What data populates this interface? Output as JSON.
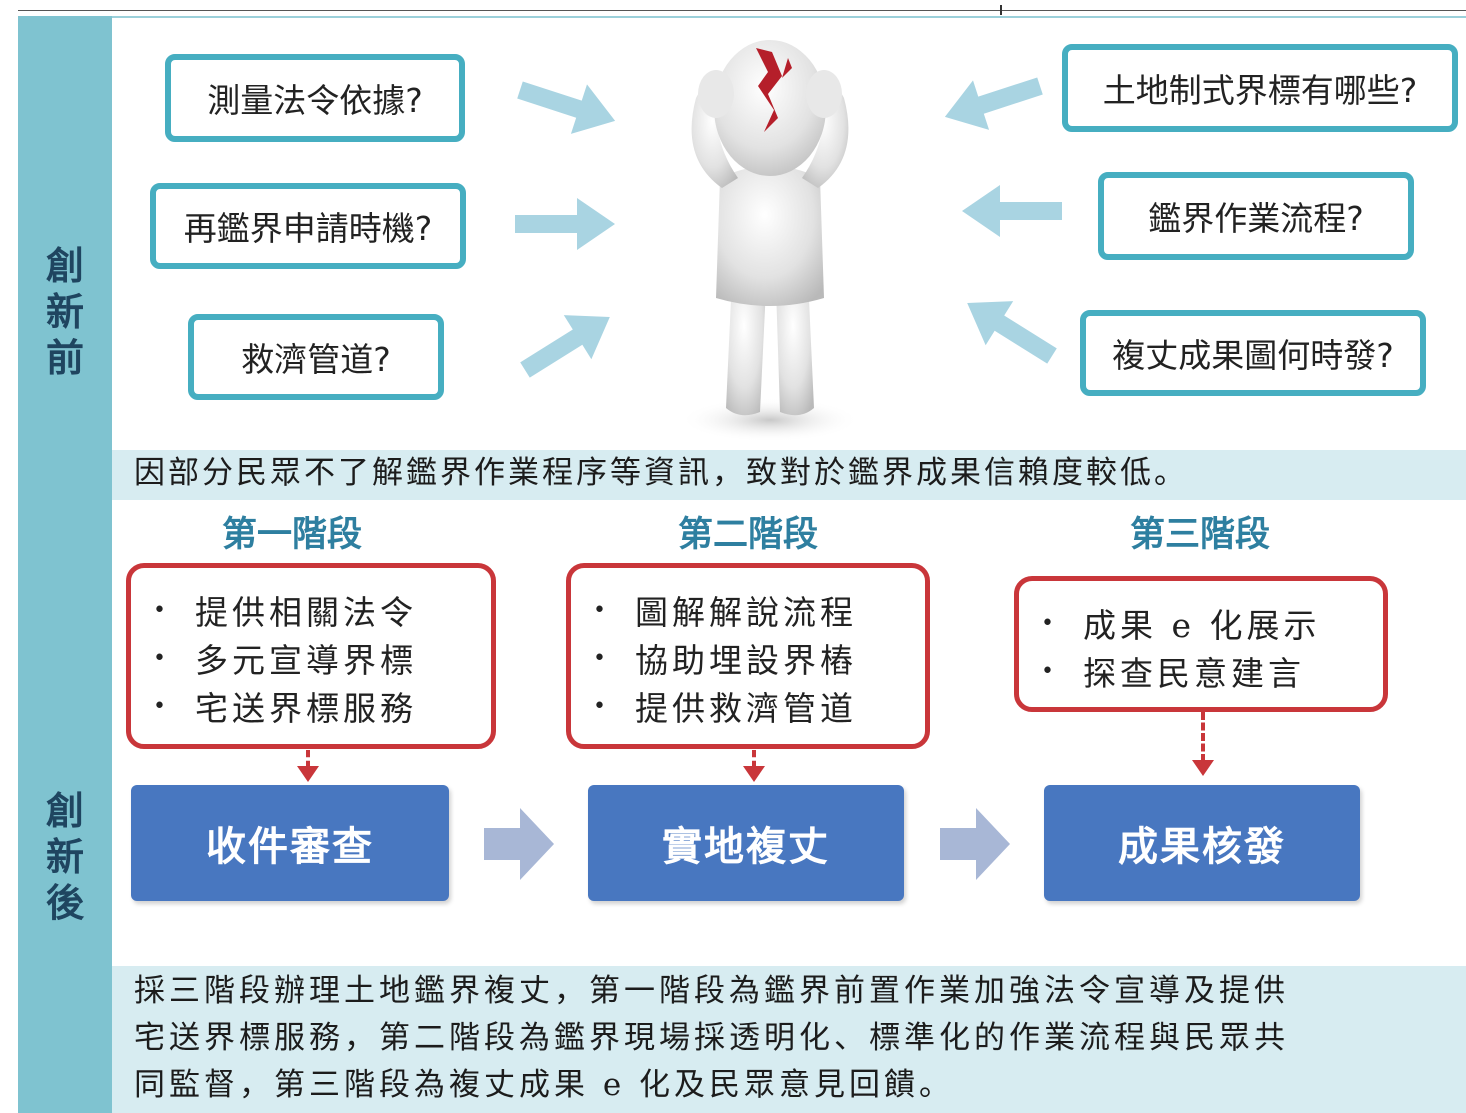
{
  "sidebar": {
    "before_label": [
      "創",
      "新",
      "前"
    ],
    "after_label": [
      "創",
      "新",
      "後"
    ]
  },
  "questions": {
    "left": [
      "測量法令依據?",
      "再鑑界申請時機?",
      "救濟管道?"
    ],
    "right": [
      "土地制式界標有哪些?",
      "鑑界作業流程?",
      "複丈成果圖何時發?"
    ]
  },
  "problem_statement": "因部分民眾不了解鑑界作業程序等資訊，致對於鑑界成果信賴度較低。",
  "stages": [
    {
      "title": "第一階段",
      "items": [
        "提供相關法令",
        "多元宣導界標",
        "宅送界標服務"
      ],
      "process": "收件審查"
    },
    {
      "title": "第二階段",
      "items": [
        "圖解解說流程",
        "協助埋設界樁",
        "提供救濟管道"
      ],
      "process": "實地複丈"
    },
    {
      "title": "第三階段",
      "items": [
        "成果 e 化展示",
        "探查民意建言"
      ],
      "process": "成果核發"
    }
  ],
  "bullet_symbol": "•",
  "summary_lines": [
    "採三階段辦理土地鑑界複丈，第一階段為鑑界前置作業加強法令宣導及提供",
    "宅送界標服務，第二階段為鑑界現場採透明化、標準化的作業流程與民眾共",
    "同監督，第三階段為複丈成果 e 化及民眾意見回饋。"
  ],
  "colors": {
    "sidebar": "#7fc3d0",
    "question_border": "#46aec1",
    "arrow_light": "#a9d4e2",
    "stage_border": "#c9363a",
    "process_box": "#4877c0",
    "flow_arrow": "#a8b7d6",
    "band": "#d7ecf1"
  },
  "icons": {
    "center_figure": "stressed-person-cracked-head-icon",
    "flow_arrow": "right-arrow-icon"
  }
}
